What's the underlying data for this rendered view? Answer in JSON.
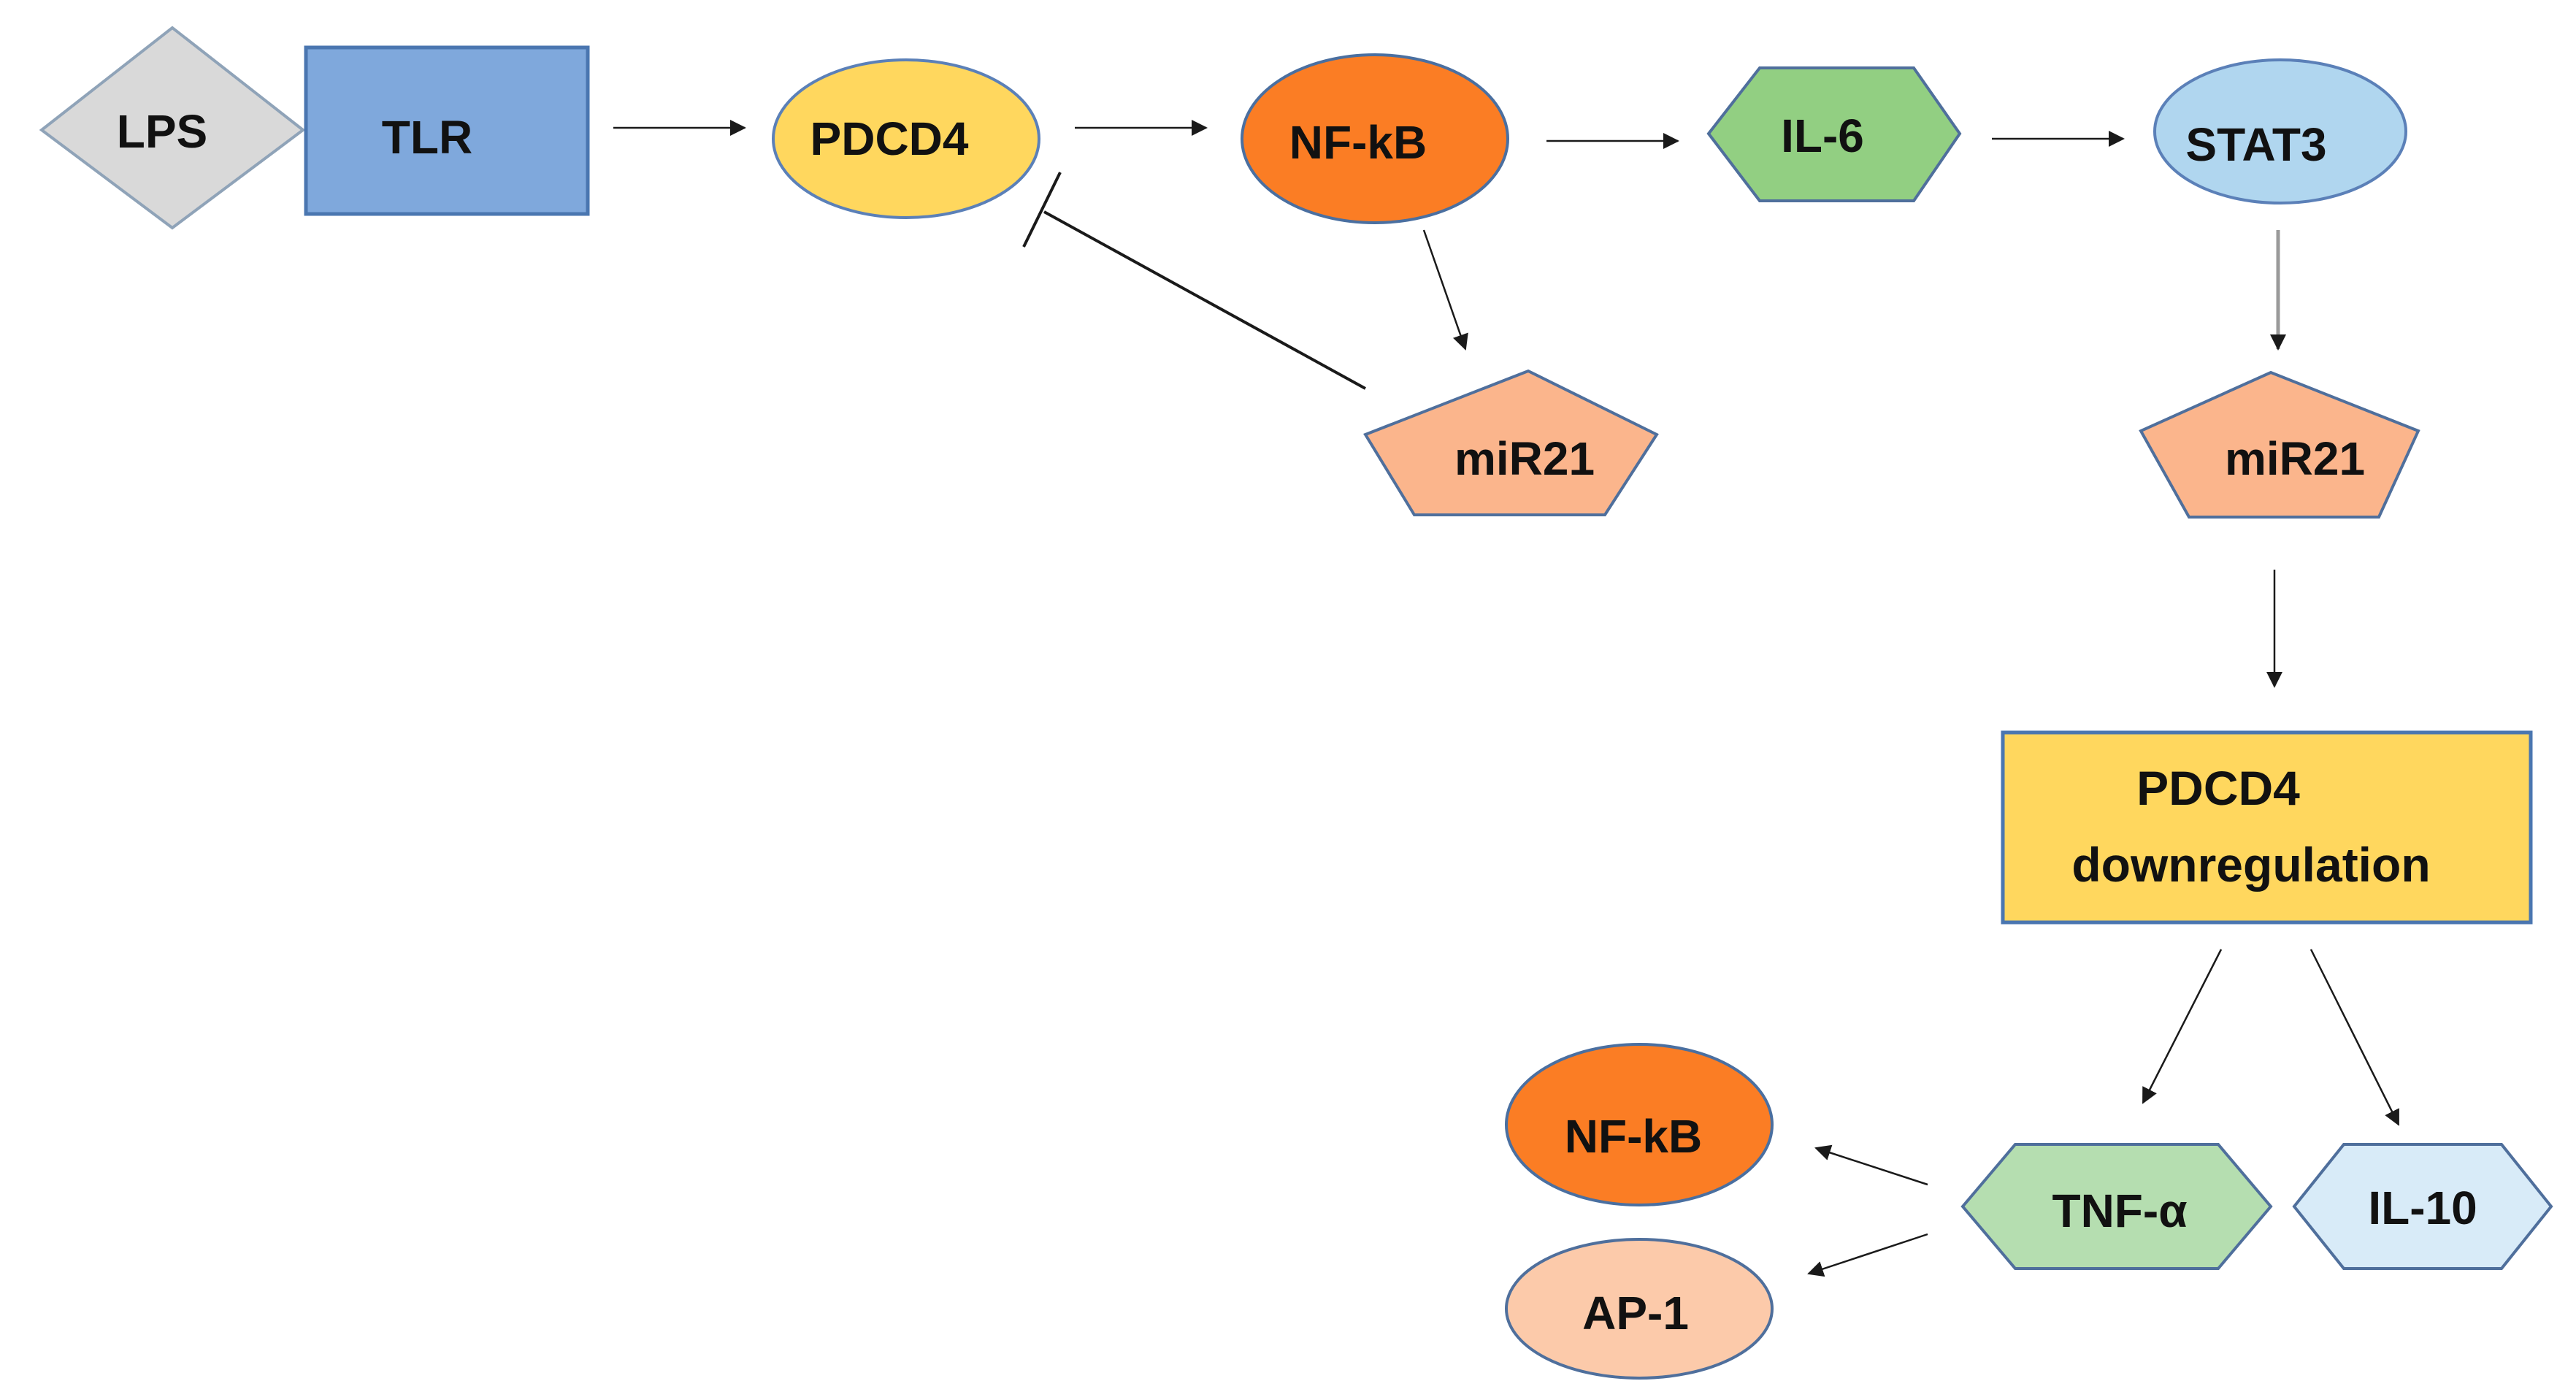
{
  "nodes": {
    "lps": "LPS",
    "tlr": "TLR",
    "pdcd4_top": "PDCD4",
    "nfkb_top": "NF-kB",
    "il6": "IL-6",
    "stat3": "STAT3",
    "mir21_left": "miR21",
    "mir21_right": "miR21",
    "pdcd4_down_line1": "PDCD4",
    "pdcd4_down_line2": "downregulation",
    "tnfa": "TNF-α",
    "il10": "IL-10",
    "nfkb_bottom": "NF-kB",
    "ap1": "AP-1"
  },
  "colors": {
    "lps_fill": "#d9d9d9",
    "lps_stroke": "#8fa3b8",
    "tlr_fill": "#7fa8dc",
    "tlr_stroke": "#4a76b0",
    "pdcd4_fill": "#ffd75e",
    "pdcd4_stroke": "#5b80b8",
    "nfkb_fill": "#fb7d24",
    "nfkb_stroke": "#4a6fa0",
    "il6_fill": "#92cf82",
    "il6_stroke": "#4f6f9c",
    "stat3_fill": "#b0d6ef",
    "stat3_stroke": "#5b80b8",
    "mir21_fill": "#fbb58c",
    "mir21_stroke": "#4f6f9c",
    "down_box_fill": "#ffd75e",
    "down_box_stroke": "#4a76b0",
    "tnfa_fill": "#b5deb0",
    "tnfa_stroke": "#4f6f9c",
    "il10_fill": "#d8ebf8",
    "il10_stroke": "#4f6f9c",
    "ap1_fill": "#fccaaa",
    "ap1_stroke": "#4f6f9c",
    "arrow": "#1a1a1a",
    "arrow_gray": "#9a9a9a"
  },
  "edges": [
    {
      "from": "TLR",
      "to": "PDCD4",
      "type": "activation"
    },
    {
      "from": "PDCD4",
      "to": "NF-kB",
      "type": "activation"
    },
    {
      "from": "NF-kB",
      "to": "IL-6",
      "type": "activation"
    },
    {
      "from": "IL-6",
      "to": "STAT3",
      "type": "activation"
    },
    {
      "from": "NF-kB",
      "to": "miR21",
      "type": "activation"
    },
    {
      "from": "miR21",
      "to": "PDCD4",
      "type": "inhibition"
    },
    {
      "from": "STAT3",
      "to": "miR21",
      "type": "activation"
    },
    {
      "from": "miR21",
      "to": "PDCD4 downregulation",
      "type": "activation"
    },
    {
      "from": "PDCD4 downregulation",
      "to": "TNF-α",
      "type": "activation"
    },
    {
      "from": "PDCD4 downregulation",
      "to": "IL-10",
      "type": "activation"
    },
    {
      "from": "TNF-α",
      "to": "NF-kB",
      "type": "activation"
    },
    {
      "from": "TNF-α",
      "to": "AP-1",
      "type": "activation"
    }
  ]
}
